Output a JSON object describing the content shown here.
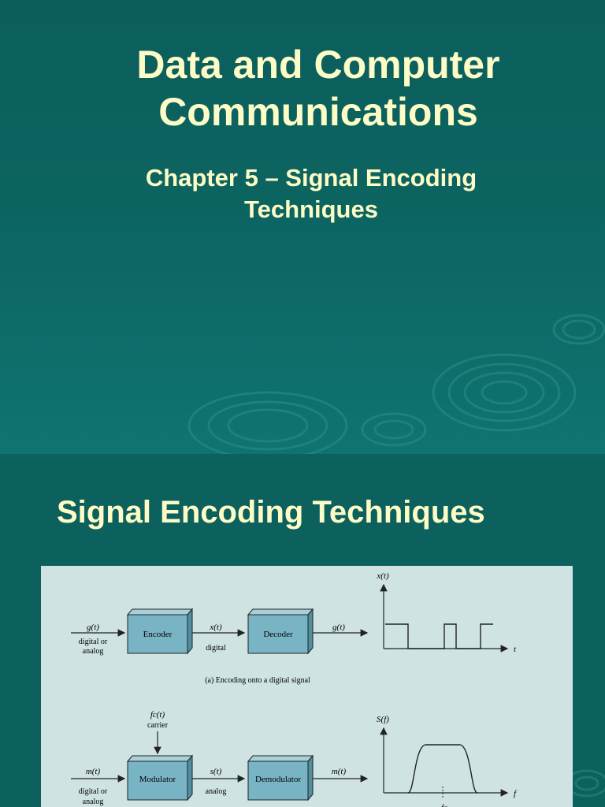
{
  "slide1": {
    "title_line1": "Data and Computer",
    "title_line2": "Communications",
    "subtitle_line1": "Chapter 5 – Signal Encoding",
    "subtitle_line2": "Techniques"
  },
  "slide2": {
    "title": "Signal Encoding Techniques",
    "figure": {
      "a": {
        "input_signal": "g(t)",
        "input_desc_1": "digital or",
        "input_desc_2": "analog",
        "encoder": "Encoder",
        "mid_signal": "x(t)",
        "mid_desc": "digital",
        "decoder": "Decoder",
        "output_signal": "g(t)",
        "plot_ylabel": "x(t)",
        "plot_xlabel": "t",
        "caption": "(a) Encoding onto a digital signal"
      },
      "b": {
        "carrier_signal": "fc(t)",
        "carrier_label": "carrier",
        "input_signal": "m(t)",
        "input_desc_1": "digital or",
        "input_desc_2": "analog",
        "modulator": "Modulator",
        "mid_signal": "s(t)",
        "mid_desc": "analog",
        "demodulator": "Demodulator",
        "output_signal": "m(t)",
        "plot_ylabel": "S(f)",
        "plot_xlabel": "f",
        "plot_tick": "fc"
      }
    }
  },
  "colors": {
    "background": "#0b5e5b",
    "title_text": "#fdfcc6",
    "figure_bg": "#cfe3e3",
    "block_fill": "#79b4c4"
  }
}
